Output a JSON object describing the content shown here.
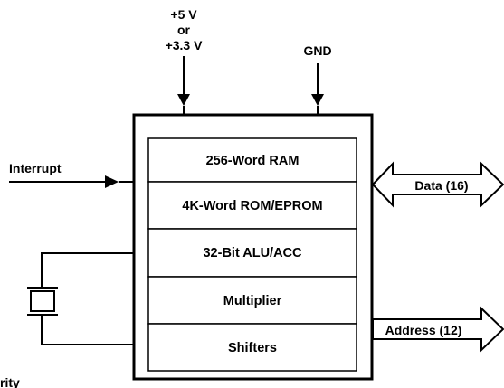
{
  "power": {
    "line1": "+5 V",
    "line2": "or",
    "line3": "+3.3 V"
  },
  "ground_label": "GND",
  "interrupt_label": "Interrupt",
  "blocks": [
    "256-Word RAM",
    "4K-Word ROM/EPROM",
    "32-Bit ALU/ACC",
    "Multiplier",
    "Shifters"
  ],
  "data_bus_label": "Data (16)",
  "address_bus_label": "Address (12)",
  "cut_off_text": "rity",
  "colors": {
    "line": "#000000",
    "fill": "#ffffff"
  }
}
